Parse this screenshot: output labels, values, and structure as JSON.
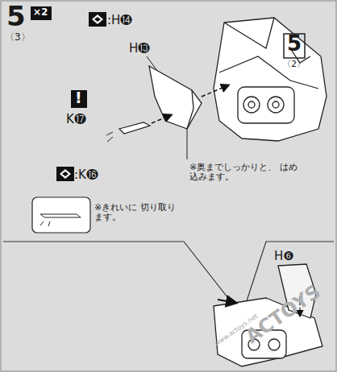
{
  "diagram": {
    "labels": [
      "5",
      "〈3〉",
      "×2",
      ":H⓮",
      "H⓭",
      "5",
      "〈2〉",
      "!",
      "K⓱",
      ":K⓰",
      "※奥までしっかりと、 はめ込みます。",
      "※きれいに 切り取ります。",
      "H❻",
      "ACTOYS",
      "www.actoys.net"
    ]
  }
}
